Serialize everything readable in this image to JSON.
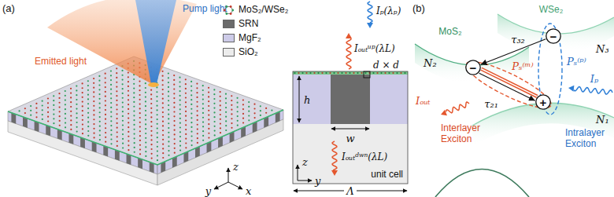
{
  "diagram": {
    "nodes": [
      {
        "text": [
          "−"
        ]
      },
      {
        "text": [
          "−"
        ]
      },
      {
        "text": [
          "+"
        ]
      }
    ],
    "edges": [
      {
        "from": 0,
        "to": 1,
        "arrow": "to",
        "label": "τ₃₂"
      },
      {
        "from": 1,
        "to": 2,
        "arrow": "to",
        "label": "τ₂₁"
      },
      {
        "from": 1,
        "to": 2,
        "arrow": "none"
      }
    ],
    "labels": [
      "(a)",
      "Pump light",
      "Emitted light",
      "z",
      "y",
      "x",
      "Iₚ(λₚ)",
      "Iₒᵤₜᵘᵖ(λL)",
      "d × d",
      "h",
      "w",
      "Iₒᵤₜᵈʷⁿ(λL)",
      "z",
      "y",
      "unit cell",
      "Λ",
      "(b)",
      "MoS₂",
      "WSe₂",
      "N₂",
      "N₃",
      "N₁",
      "Pₛ⁽ᵐ⁾",
      "Pₛ⁽ᵖ⁾",
      "Iₚ",
      "Iₒᵤₜ",
      "Interlayer Exciton",
      "Intralayer Exciton"
    ],
    "legend": [
      {
        "text": "MoS₂/WSe₂"
      },
      {
        "text": "SRN",
        "color": "#6b6b6b"
      },
      {
        "text": "MgF₂",
        "color": "#cdcbe8"
      },
      {
        "text": "SiO₂",
        "color": "#ececec"
      }
    ]
  }
}
